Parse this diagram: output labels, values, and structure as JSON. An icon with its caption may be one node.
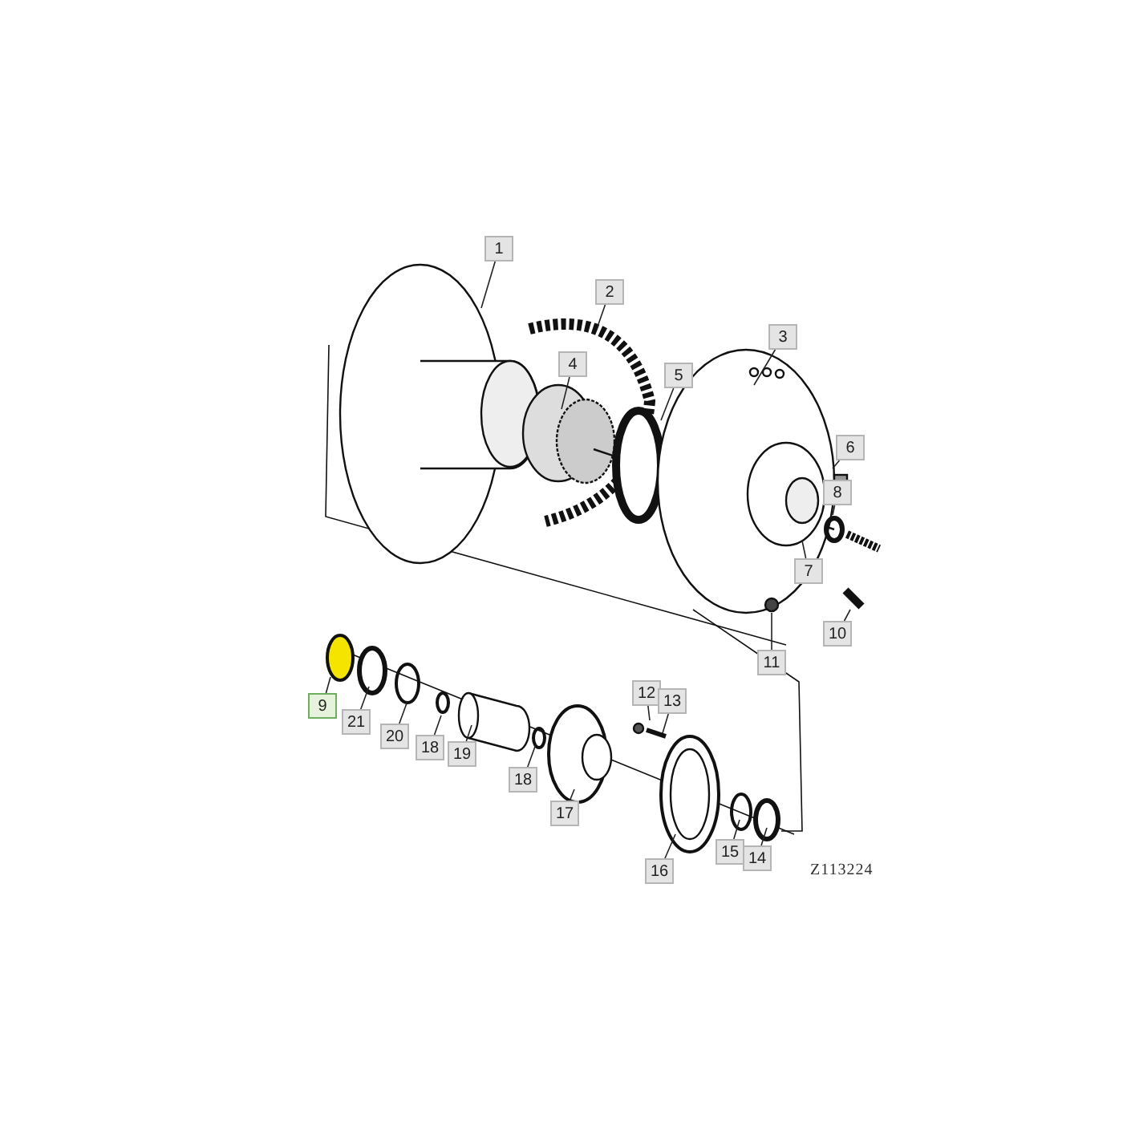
{
  "diagram": {
    "nodes": [
      {
        "text": [
          "1"
        ]
      },
      {
        "text": [
          "2"
        ]
      },
      {
        "text": [
          "3"
        ]
      },
      {
        "text": [
          "4"
        ]
      },
      {
        "text": [
          "5"
        ]
      },
      {
        "text": [
          "6"
        ]
      },
      {
        "text": [
          "8"
        ]
      },
      {
        "text": [
          "7"
        ]
      },
      {
        "text": [
          "11"
        ]
      },
      {
        "text": [
          "10"
        ]
      },
      {
        "text": [
          "12"
        ]
      },
      {
        "text": [
          "13"
        ]
      },
      {
        "text": [
          "9"
        ]
      },
      {
        "text": [
          "21"
        ]
      },
      {
        "text": [
          "20"
        ]
      },
      {
        "text": [
          "18"
        ]
      },
      {
        "text": [
          "19"
        ]
      },
      {
        "text": [
          "18"
        ]
      },
      {
        "text": [
          "17"
        ]
      },
      {
        "text": [
          "15"
        ]
      },
      {
        "text": [
          "14"
        ]
      },
      {
        "text": [
          "16"
        ]
      }
    ],
    "edges": [
      {
        "from": 0,
        "to": null,
        "arrow": "none"
      },
      {
        "from": 1,
        "to": null,
        "arrow": "none"
      },
      {
        "from": 2,
        "to": null,
        "arrow": "none"
      },
      {
        "from": 3,
        "to": null,
        "arrow": "none"
      },
      {
        "from": 4,
        "to": null,
        "arrow": "none"
      },
      {
        "from": 5,
        "to": null,
        "arrow": "none"
      },
      {
        "from": 6,
        "to": null,
        "arrow": "none"
      },
      {
        "from": 7,
        "to": null,
        "arrow": "none"
      },
      {
        "from": 8,
        "to": null,
        "arrow": "none"
      },
      {
        "from": 9,
        "to": null,
        "arrow": "none"
      },
      {
        "from": 10,
        "to": null,
        "arrow": "none"
      },
      {
        "from": 11,
        "to": null,
        "arrow": "none"
      },
      {
        "from": 12,
        "to": null,
        "arrow": "none"
      },
      {
        "from": 13,
        "to": null,
        "arrow": "none"
      },
      {
        "from": 14,
        "to": null,
        "arrow": "none"
      },
      {
        "from": 15,
        "to": null,
        "arrow": "none"
      },
      {
        "from": 16,
        "to": null,
        "arrow": "none"
      },
      {
        "from": 17,
        "to": null,
        "arrow": "none"
      },
      {
        "from": 18,
        "to": null,
        "arrow": "none"
      },
      {
        "from": 19,
        "to": null,
        "arrow": "none"
      },
      {
        "from": 20,
        "to": null,
        "arrow": "none"
      },
      {
        "from": 21,
        "to": null,
        "arrow": "none"
      }
    ],
    "labels": [
      "Z113224"
    ]
  }
}
